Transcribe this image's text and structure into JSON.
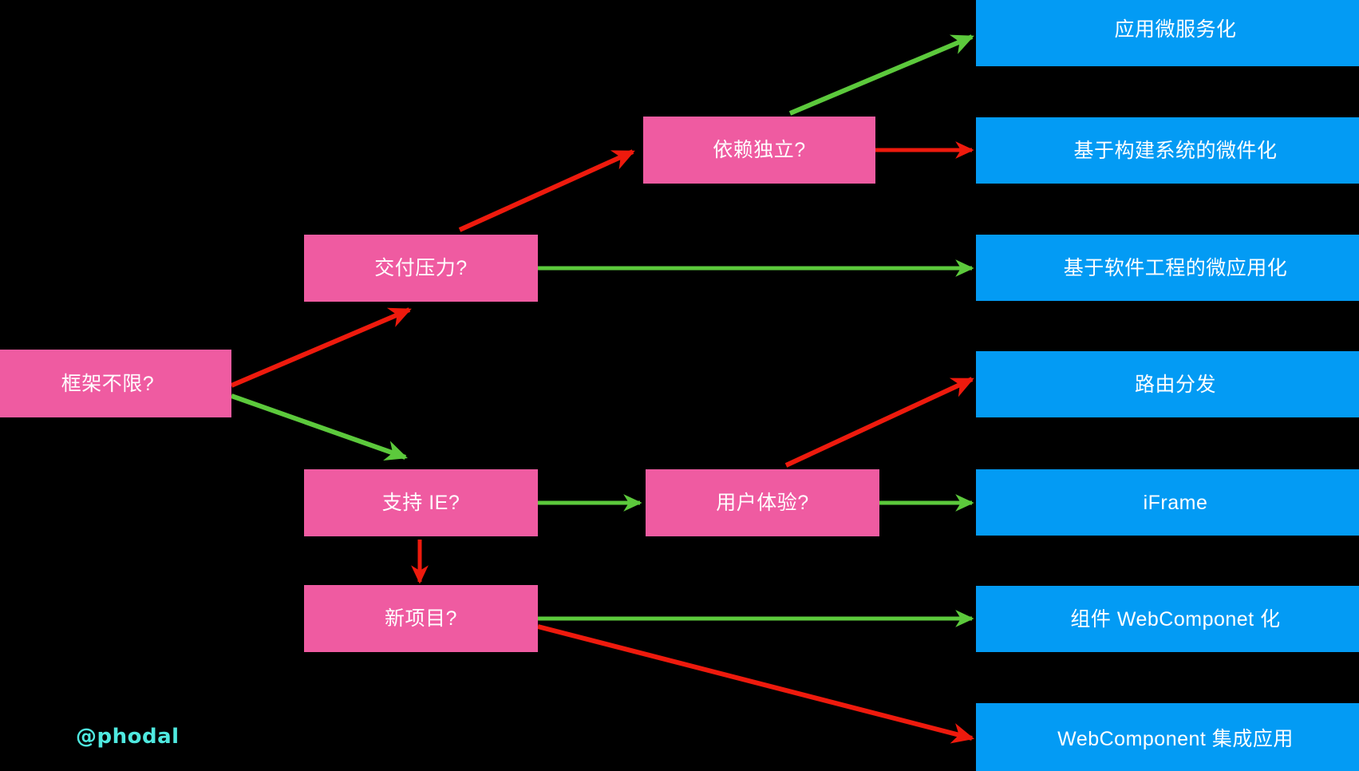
{
  "diagram": {
    "title": "Micro Frontend Decision Flowchart",
    "background_color": "#000000",
    "colors": {
      "decision_node": "#ef5ba1",
      "outcome_node": "#039bf4",
      "yes_edge": "#ee1a0d",
      "no_edge": "#5cc93c",
      "node_text": "#ffffff",
      "watermark": "#4fe9e0"
    },
    "watermark": "@phodal",
    "decision_nodes": [
      {
        "id": "framework",
        "label": "框架不限?"
      },
      {
        "id": "delivery",
        "label": "交付压力?"
      },
      {
        "id": "dependency",
        "label": "依赖独立?"
      },
      {
        "id": "ie",
        "label": "支持 IE?"
      },
      {
        "id": "ux",
        "label": "用户体验?"
      },
      {
        "id": "newproj",
        "label": "新项目?"
      }
    ],
    "outcome_nodes": [
      {
        "id": "microservice",
        "label": "应用微服务化"
      },
      {
        "id": "buildsystem",
        "label": "基于构建系统的微件化"
      },
      {
        "id": "softeng",
        "label": "基于软件工程的微应用化"
      },
      {
        "id": "routing",
        "label": "路由分发"
      },
      {
        "id": "iframe",
        "label": "iFrame"
      },
      {
        "id": "webcomponent",
        "label": "组件 WebComponet 化"
      },
      {
        "id": "wcintegration",
        "label": "WebComponent 集成应用"
      }
    ],
    "edges": [
      {
        "from": "framework",
        "to": "delivery",
        "color": "#ee1a0d"
      },
      {
        "from": "framework",
        "to": "ie",
        "color": "#5cc93c"
      },
      {
        "from": "delivery",
        "to": "dependency",
        "color": "#ee1a0d"
      },
      {
        "from": "delivery",
        "to": "softeng",
        "color": "#5cc93c"
      },
      {
        "from": "dependency",
        "to": "microservice",
        "color": "#5cc93c"
      },
      {
        "from": "dependency",
        "to": "buildsystem",
        "color": "#ee1a0d"
      },
      {
        "from": "ie",
        "to": "ux",
        "color": "#5cc93c"
      },
      {
        "from": "ie",
        "to": "newproj",
        "color": "#ee1a0d"
      },
      {
        "from": "ux",
        "to": "routing",
        "color": "#ee1a0d"
      },
      {
        "from": "ux",
        "to": "iframe",
        "color": "#5cc93c"
      },
      {
        "from": "newproj",
        "to": "webcomponent",
        "color": "#5cc93c"
      },
      {
        "from": "newproj",
        "to": "wcintegration",
        "color": "#ee1a0d"
      }
    ]
  }
}
